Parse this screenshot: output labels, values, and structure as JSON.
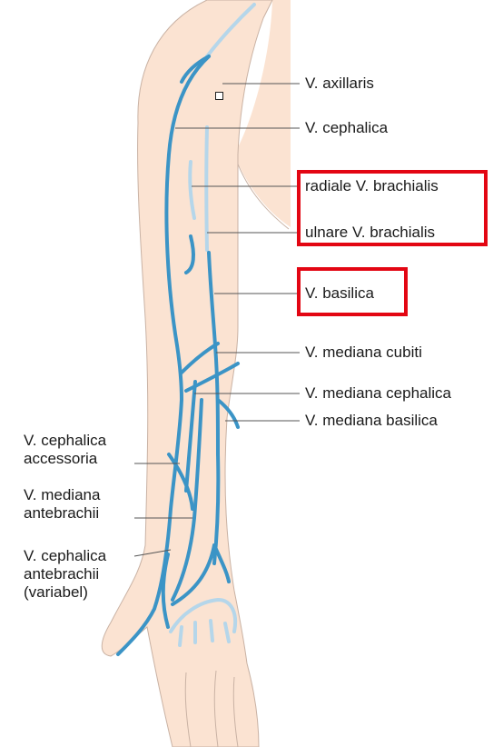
{
  "colors": {
    "skin": "#fbe3d2",
    "skin_outline": "#c9b2a4",
    "vein_dark": "#3b94c6",
    "vein_light": "#b5d6ea",
    "leader": "#555555",
    "highlight": "#e30613"
  },
  "labels": {
    "axillaris": "V. axillaris",
    "cephalica": "V. cephalica",
    "radiale_brachialis": "radiale V. brachialis",
    "ulnare_brachialis": "ulnare V. brachialis",
    "basilica": "V. basilica",
    "mediana_cubiti": "V. mediana cubiti",
    "mediana_cephalica": "V. mediana cephalica",
    "mediana_basilica": "V. mediana basilica",
    "cephalica_accessoria": "V. cephalica\naccessoria",
    "mediana_antebrachii": "V. mediana\nantebrachii",
    "cephalica_antebrachii": "V. cephalica\nantebrachii\n(variabel)"
  }
}
